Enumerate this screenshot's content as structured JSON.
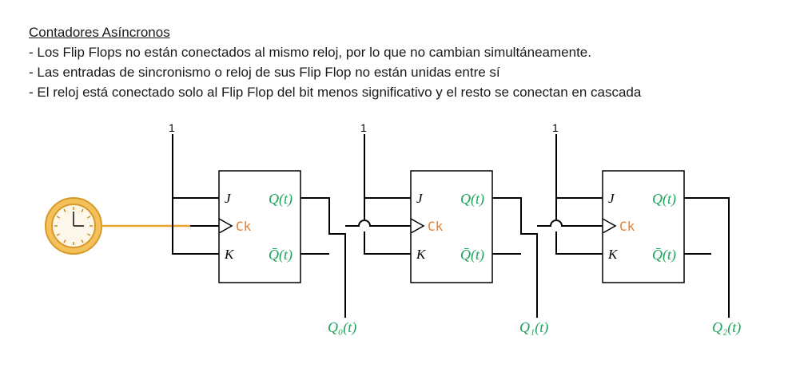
{
  "text": {
    "heading": "Contadores Asíncronos",
    "bullets": [
      "- Los Flip Flops no están conectados al mismo reloj, por lo que no cambian simultáneamente.",
      "- Las entradas de sincronismo o reloj de sus Flip Flop no están unidas entre sí",
      "- El reloj está conectado solo al Flip Flop del bit menos significativo y el resto se conectan en cascada"
    ]
  },
  "diagram": {
    "constant_inputs": [
      "1",
      "1",
      "1"
    ],
    "flip_flops": [
      {
        "j": "J",
        "k": "K",
        "clock": "Ck",
        "q": "Q(t)",
        "q_bar": "Q̄(t)"
      },
      {
        "j": "J",
        "k": "K",
        "clock": "Ck",
        "q": "Q(t)",
        "q_bar": "Q̄(t)"
      },
      {
        "j": "J",
        "k": "K",
        "clock": "Ck",
        "q": "Q(t)",
        "q_bar": "Q̄(t)"
      }
    ],
    "outputs": [
      "Q₀(t)",
      "Q₁(t)",
      "Q₂(t)"
    ],
    "clock_icon": "clock-icon",
    "colors": {
      "clock": "#e8a72a",
      "ck_label": "#e87e2b",
      "q_label": "#1aa15a",
      "wire": "#000000"
    }
  }
}
